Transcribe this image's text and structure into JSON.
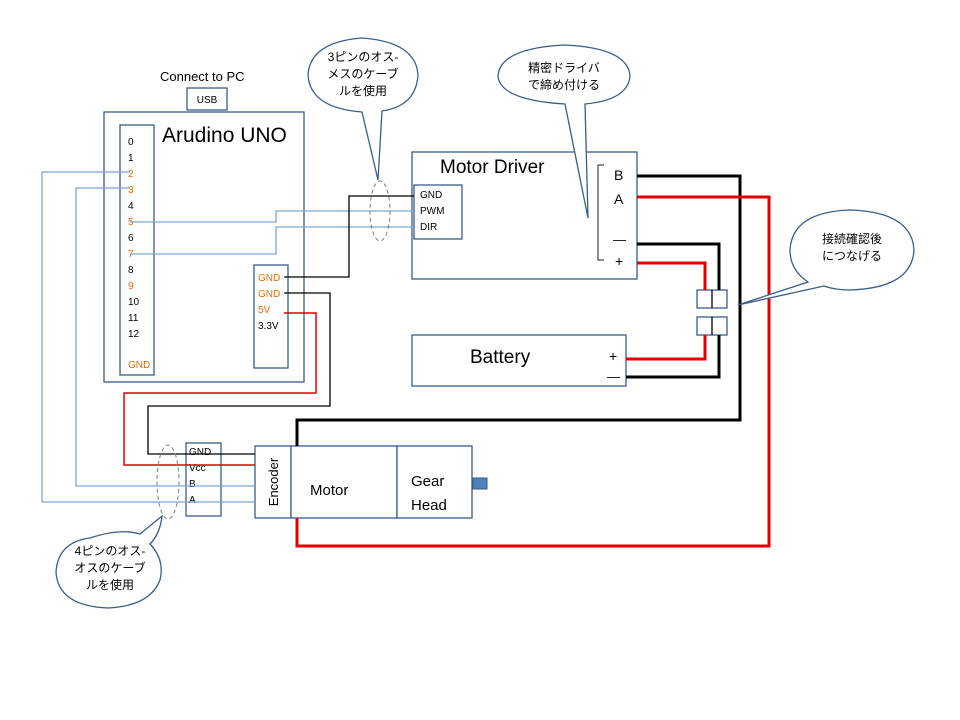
{
  "header": {
    "connect_to_pc": "Connect to PC",
    "usb": "USB"
  },
  "arduino": {
    "title": "Arudino UNO",
    "pins": [
      {
        "label": "0",
        "highlight": false
      },
      {
        "label": "1",
        "highlight": false
      },
      {
        "label": "2",
        "highlight": true
      },
      {
        "label": "3",
        "highlight": true
      },
      {
        "label": "4",
        "highlight": false
      },
      {
        "label": "5",
        "highlight": true
      },
      {
        "label": "6",
        "highlight": false
      },
      {
        "label": "7",
        "highlight": true
      },
      {
        "label": "8",
        "highlight": false
      },
      {
        "label": "9",
        "highlight": true
      },
      {
        "label": "10",
        "highlight": false
      },
      {
        "label": "11",
        "highlight": false
      },
      {
        "label": "12",
        "highlight": false
      }
    ],
    "pin_gnd": "GND",
    "power_pins": [
      {
        "label": "GND",
        "highlight": true
      },
      {
        "label": "GND",
        "highlight": true
      },
      {
        "label": "5V",
        "highlight": true
      },
      {
        "label": "3.3V",
        "highlight": false
      }
    ]
  },
  "motor_driver": {
    "title": "Motor Driver",
    "inputs": [
      "GND",
      "PWM",
      "DIR"
    ],
    "out_b": "B",
    "out_a": "A",
    "out_minus": "—",
    "out_plus": "+"
  },
  "battery": {
    "title": "Battery",
    "plus": "+",
    "minus": "—"
  },
  "encoder_connector": {
    "pins": [
      "GND",
      "Vcc",
      "B",
      "A"
    ]
  },
  "motor_assembly": {
    "encoder": "Encoder",
    "motor": "Motor",
    "gear_line1": "Gear",
    "gear_line2": "Head"
  },
  "callouts": {
    "cable3": [
      "3ピンのオス-",
      "メスのケーブ",
      "ルを使用"
    ],
    "screwdriver": [
      "精密ドライバ",
      "で締め付ける"
    ],
    "connect_after": [
      "接続確認後",
      "につなげる"
    ],
    "cable4": [
      "4ピンのオス-",
      "オスのケーブ",
      "ルを使用"
    ]
  },
  "colors": {
    "box_border": "#385d8a",
    "signal_wire": "#7fa7cf",
    "power_red": "#e00000",
    "pin_orange": "#e36c09",
    "shaft": "#4f81bd"
  }
}
